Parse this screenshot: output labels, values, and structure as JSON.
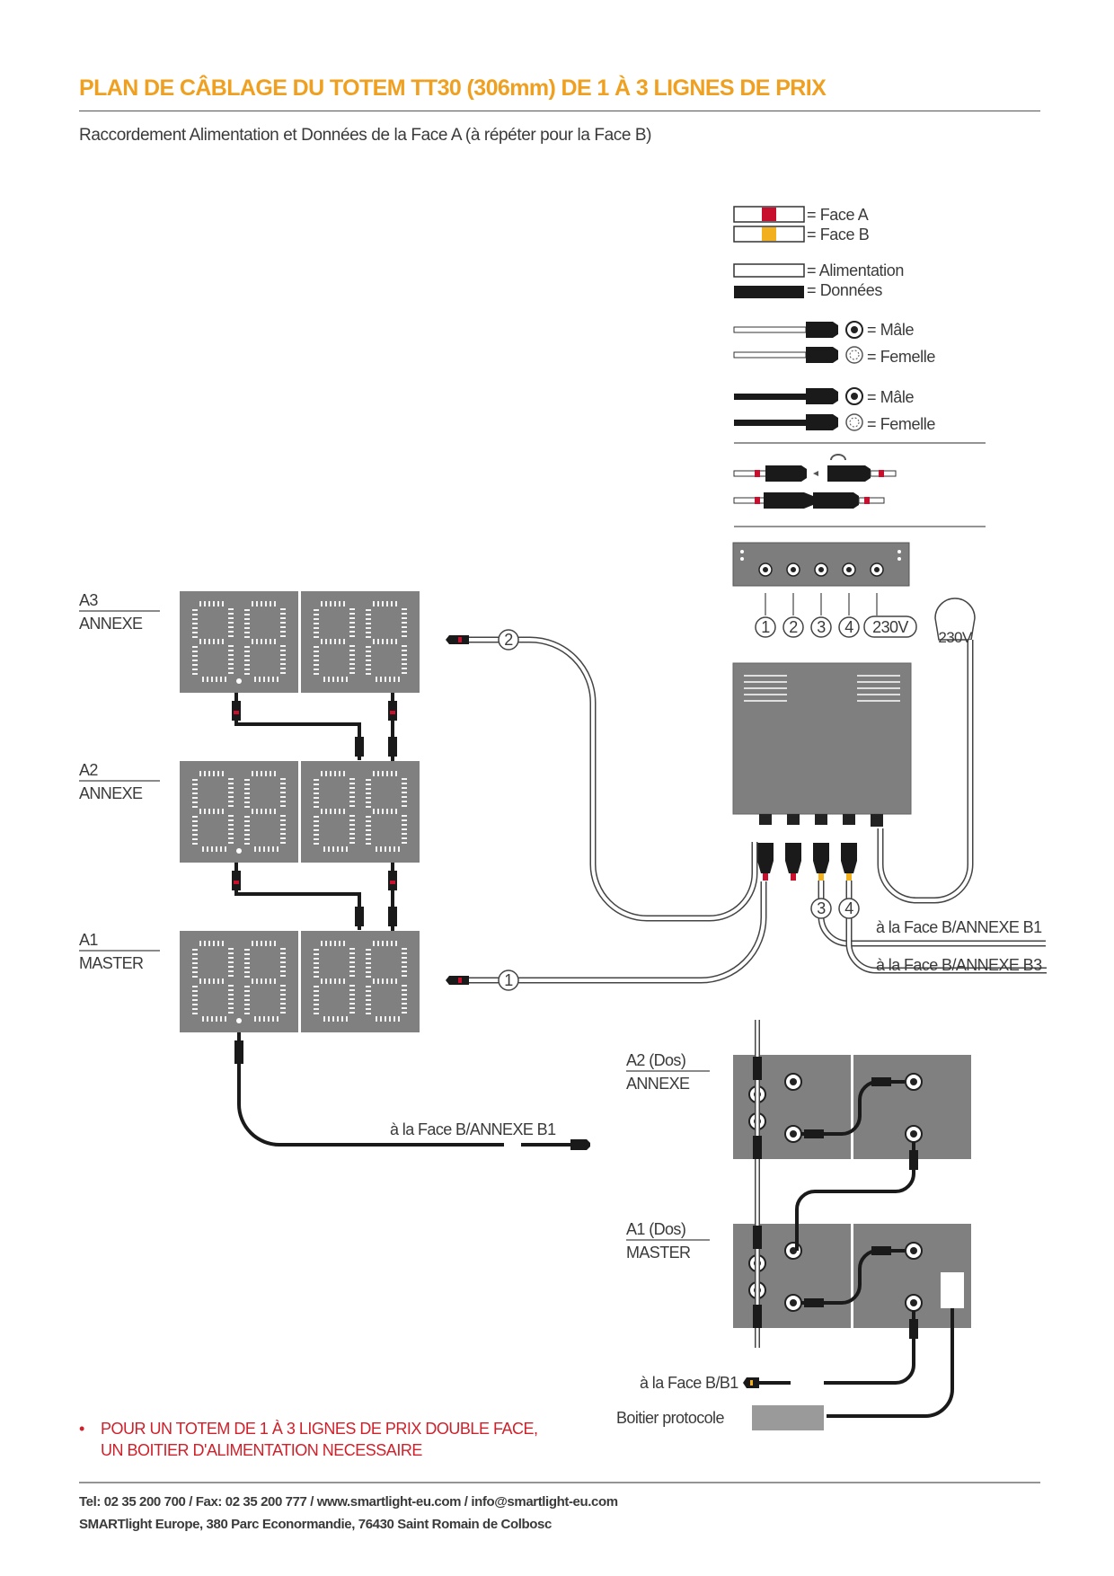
{
  "header": {
    "title": "PLAN DE CÂBLAGE DU TOTEM TT30 (306mm) DE 1 À 3 LIGNES DE PRIX",
    "subtitle": "Raccordement Alimentation et Données de la Face A (à répéter pour la Face B)"
  },
  "legend": {
    "face_a": "= Face A",
    "face_b": "= Face B",
    "alimentation": "= Alimentation",
    "donnees": "= Données",
    "male_1": "= Mâle",
    "femelle_1": "= Femelle",
    "male_2": "= Mâle",
    "femelle_2": "= Femelle"
  },
  "colors": {
    "face_a": "#c8102e",
    "face_b": "#f2b01e",
    "title": "#f0a020",
    "panel": "#808080",
    "cable_data": "#1a1a1a"
  },
  "modules": {
    "a3_id": "A3",
    "a3_role": "ANNEXE",
    "a2_id": "A2",
    "a2_role": "ANNEXE",
    "a1_id": "A1",
    "a1_role": "MASTER"
  },
  "power_box": {
    "port_labels": [
      "1",
      "2",
      "3",
      "4",
      "230V"
    ],
    "plug_label": "230V"
  },
  "connections": {
    "to_b1_annexe": "à la Face B/ANNEXE B1",
    "to_b3_annexe": "à la Face B/ANNEXE B3",
    "a1_to_b1_annexe": "à la Face B/ANNEXE B1"
  },
  "back_view": {
    "a2_label": "A2 (Dos)",
    "a2_role": "ANNEXE",
    "a1_label": "A1 (Dos)",
    "a1_role": "MASTER",
    "to_b1": "à la Face B/B1",
    "protocol_box": "Boitier protocole"
  },
  "note": {
    "bullet": "•",
    "line1": "POUR UN TOTEM DE 1 À 3 LIGNES DE PRIX DOUBLE FACE,",
    "line2": "UN BOITIER D'ALIMENTATION NECESSAIRE"
  },
  "footer": {
    "contact": "Tel: 02 35 200 700  /  Fax: 02 35 200 777 / www.smartlight-eu.com / info@smartlight-eu.com",
    "address": "SMARTlight Europe, 380 Parc Econormandie, 76430 Saint Romain de Colbosc"
  }
}
